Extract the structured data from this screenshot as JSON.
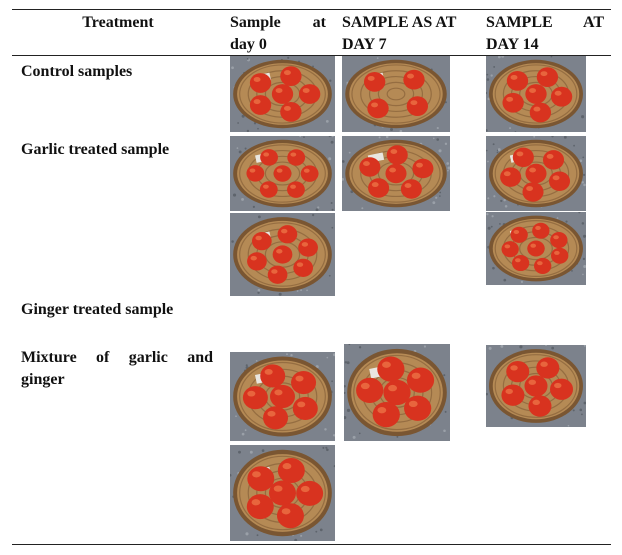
{
  "table": {
    "headers": {
      "treatment": "Treatment",
      "day0": [
        "Sample",
        "at",
        "day 0"
      ],
      "day7": [
        "SAMPLE AS AT",
        "DAY 7"
      ],
      "day14": [
        "SAMPLE",
        "AT",
        "DAY 14"
      ]
    },
    "rows": [
      {
        "label": "Control samples"
      },
      {
        "label": "Garlic treated sample"
      },
      {
        "label": "Ginger treated sample"
      },
      {
        "label_parts": [
          "Mixture",
          "of",
          "garlic",
          "and"
        ],
        "label_line2": "ginger"
      }
    ]
  },
  "photos": [
    {
      "name": "control-day0-photo",
      "tomatoes": 6
    },
    {
      "name": "control-day7-photo",
      "tomatoes": 4
    },
    {
      "name": "control-day14-photo",
      "tomatoes": 6
    },
    {
      "name": "garlic-day0-photo-a",
      "tomatoes": 7
    },
    {
      "name": "garlic-day0-photo-b",
      "tomatoes": 7
    },
    {
      "name": "garlic-day7-photo",
      "tomatoes": 6
    },
    {
      "name": "garlic-day14-photo-a",
      "tomatoes": 6
    },
    {
      "name": "garlic-day14-photo-b",
      "tomatoes": 8
    },
    {
      "name": "mixture-day0-photo-a",
      "tomatoes": 6
    },
    {
      "name": "mixture-day0-photo-b",
      "tomatoes": 6
    },
    {
      "name": "mixture-day7-photo",
      "tomatoes": 6
    },
    {
      "name": "mixture-day14-photo",
      "tomatoes": 6
    }
  ],
  "colors": {
    "tomato": "#d8331f",
    "tomato_highlight": "#f07a4a",
    "basket": "#b58a55",
    "basket_dark": "#7a5632",
    "floor": "#7c828c"
  }
}
